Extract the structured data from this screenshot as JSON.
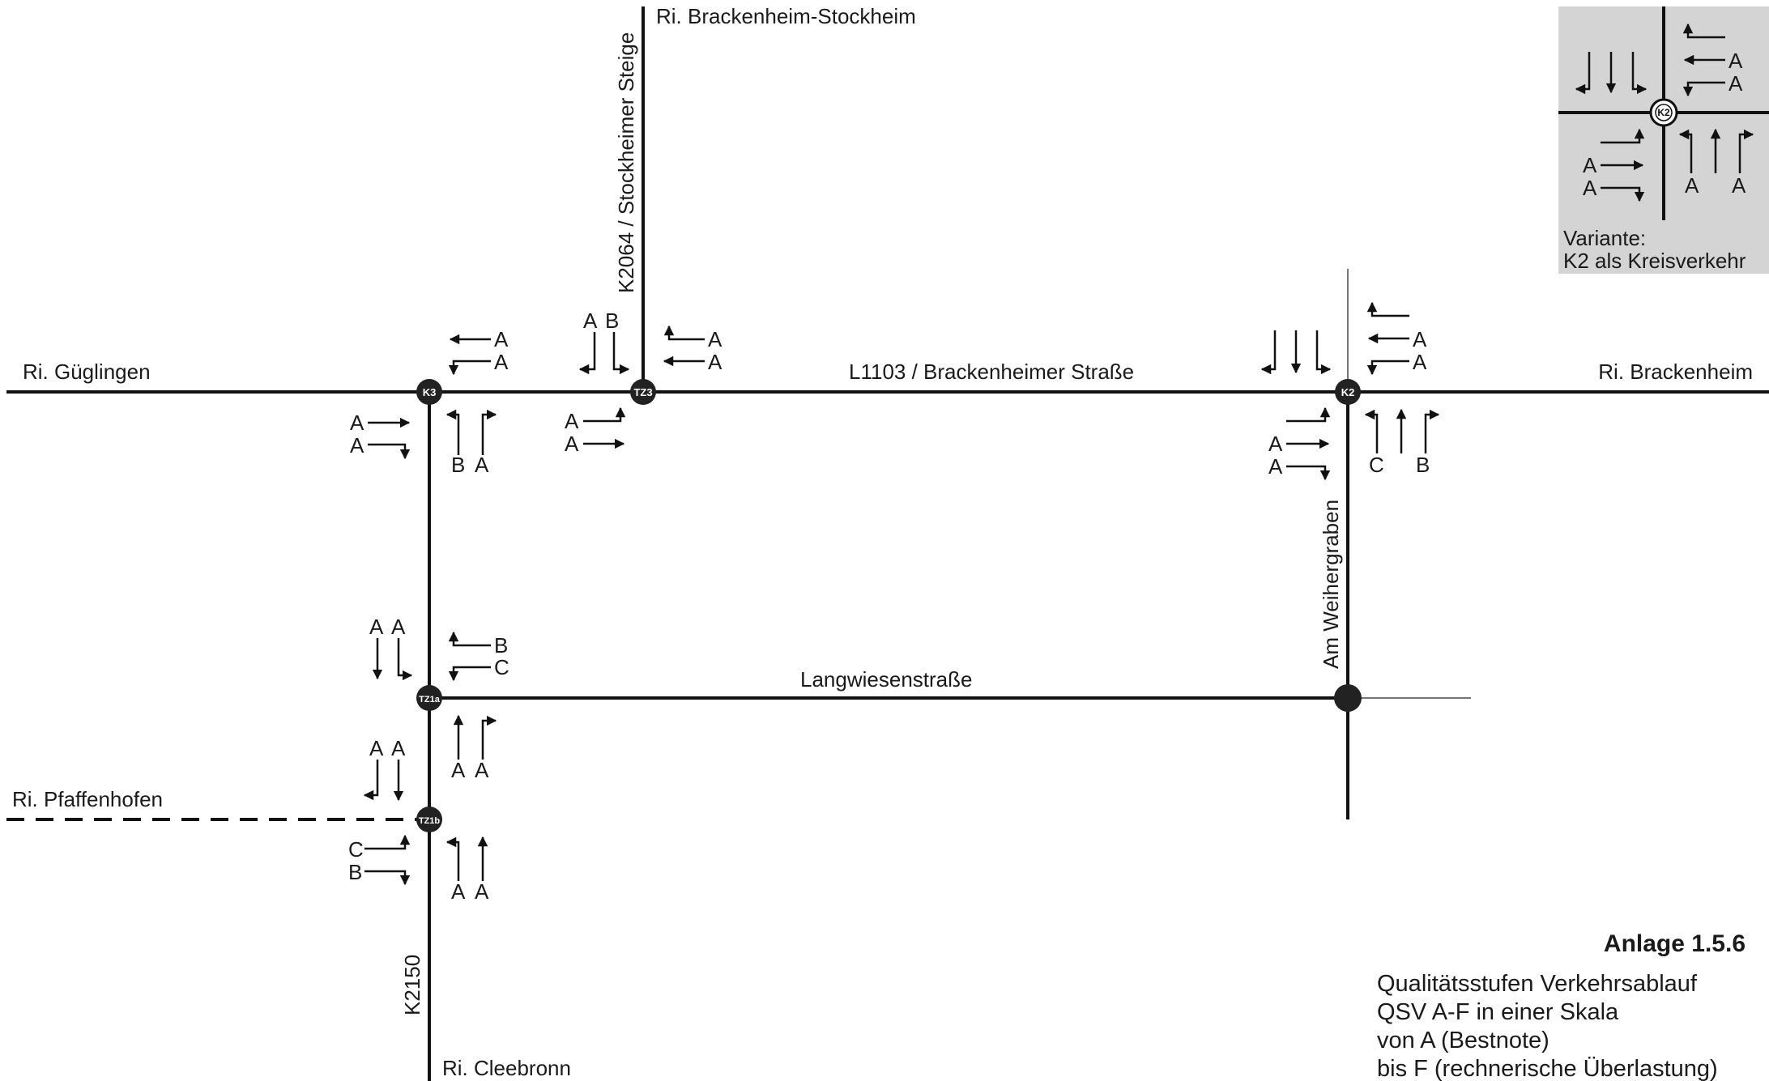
{
  "directions": {
    "brackenheim_stockheim": "Ri. Brackenheim-Stockheim",
    "gueglingen": "Ri. Güglingen",
    "brackenheim": "Ri. Brackenheim",
    "pfaffenhofen": "Ri. Pfaffenhofen",
    "cleebronn": "Ri. Cleebronn"
  },
  "streets": {
    "k2064": "K2064 / Stockheimer Steige",
    "l1103": "L1103 / Brackenheimer Straße",
    "langwiesen": "Langwiesenstraße",
    "weihergraben": "Am Weihergraben",
    "k2150": "K2150"
  },
  "nodes": {
    "k3": "K3",
    "tz3": "TZ3",
    "k2": "K2",
    "tz1a": "TZ1a",
    "tz1b": "TZ1b"
  },
  "ratings": {
    "k3_east_1": "A",
    "k3_east_2": "A",
    "k3_west_1": "A",
    "k3_west_2": "A",
    "k3_south_1": "B",
    "k3_south_2": "A",
    "tz3_north_1": "A",
    "tz3_north_2": "B",
    "tz3_east_1": "A",
    "tz3_east_2": "A",
    "tz3_west_1": "A",
    "tz3_west_2": "A",
    "k2_east_1": "A",
    "k2_east_2": "A",
    "k2_west_1": "A",
    "k2_west_2": "A",
    "k2_south_1": "C",
    "k2_south_2": "B",
    "tz1a_north_1": "A",
    "tz1a_north_2": "A",
    "tz1a_east_1": "B",
    "tz1a_east_2": "C",
    "tz1a_south_1": "A",
    "tz1a_south_2": "A",
    "tz1b_north_1": "A",
    "tz1b_north_2": "A",
    "tz1b_west_1": "C",
    "tz1b_west_2": "B",
    "tz1b_south_1": "A",
    "tz1b_south_2": "A"
  },
  "variant": {
    "node": "K2",
    "label_line1": "Variante:",
    "label_line2": "K2 als Kreisverkehr",
    "ratings": {
      "e1": "A",
      "e2": "A",
      "w1": "A",
      "w2": "A",
      "s1": "A",
      "s2": "A"
    }
  },
  "legend": {
    "title": "Anlage 1.5.6",
    "line1": "Qualitätsstufen Verkehrsablauf",
    "line2": "QSV A-F in einer Skala",
    "line3": "von A (Bestnote)",
    "line4": "bis F (rechnerische Überlastung)"
  },
  "colors": {
    "road": "#111111",
    "inset_bg": "#d4d4d4",
    "node": "#222222"
  }
}
